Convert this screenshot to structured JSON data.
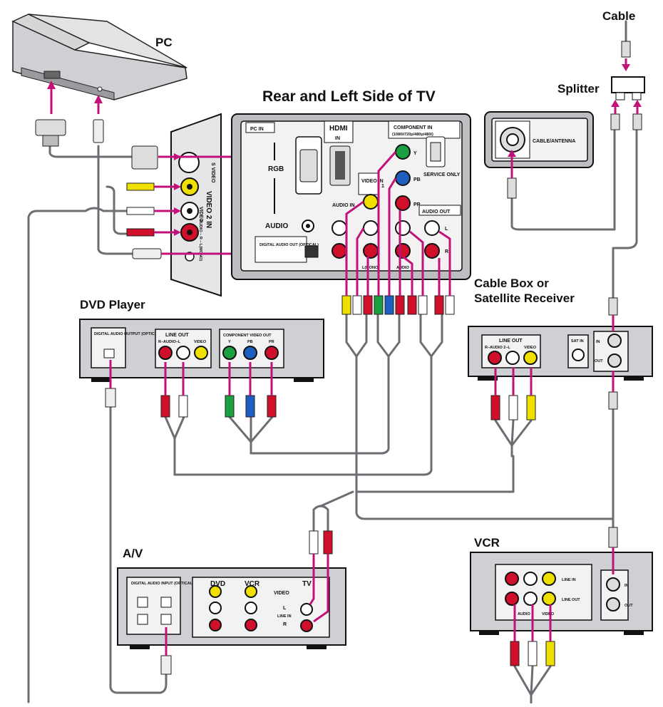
{
  "title": "Rear and Left Side of TV",
  "devices": {
    "pc": "PC",
    "cable": "Cable",
    "splitter": "Splitter",
    "dvd": "DVD Player",
    "cablebox_line1": "Cable Box or",
    "cablebox_line2": "Satellite Receiver",
    "av": "A/V",
    "vcr": "VCR"
  },
  "tv_rear": {
    "pc_in": "PC IN",
    "rgb": "RGB",
    "audio": "AUDIO",
    "digital_audio_out": "DIGITAL AUDIO OUT (OPTICAL)",
    "hdmi": "HDMI",
    "hdmi_in": "IN",
    "hdmi_audio_in": "AUDIO IN",
    "video_in": "VIDEO IN",
    "video_num": "1",
    "component_in": "COMPONENT IN",
    "component_formats": "(1080i/720p/480p/480i)",
    "y": "Y",
    "pb": "PB",
    "pr": "PR",
    "service_only": "SERVICE ONLY",
    "audio_out": "AUDIO OUT",
    "audio_out_l": "L",
    "audio_out_r": "R",
    "l_mono": "L(MONO)",
    "audio_small": "AUDIO",
    "cable_antenna": "CABLE/ANTENNA"
  },
  "tv_side": {
    "s_video": "S VIDEO",
    "video2_in": "VIDEO 2 IN",
    "video": "VIDEO",
    "audio_r_l": "AUDIO – R – L(MONO)"
  },
  "dvd_panel": {
    "digital_audio_output": "DIGITAL AUDIO OUTPUT (OPTICAL)",
    "line_out": "LINE OUT",
    "r_audio_l": "R–AUDIO–L",
    "video": "VIDEO",
    "component_video_out": "COMPONENT VIDEO OUT",
    "y": "Y",
    "pb": "PB",
    "pr": "PR"
  },
  "cablebox_panel": {
    "line_out": "LINE OUT",
    "r_audio_l": "R–AUDIO 2–L",
    "video": "VIDEO",
    "sat_in": "SAT IN",
    "in": "IN",
    "out": "OUT"
  },
  "av_panel": {
    "digital_audio_input": "DIGITAL AUDIO INPUT (OPTICAL)",
    "dvd": "DVD",
    "vcr": "VCR",
    "tv": "TV",
    "video": "VIDEO",
    "l": "L",
    "line_in": "LINE IN",
    "r": "R"
  },
  "vcr_panel": {
    "line_in": "LINE IN",
    "line_out": "LINE OUT",
    "audio": "AUDIO",
    "video": "VIDEO",
    "in": "IN",
    "out": "OUT"
  },
  "colors": {
    "arrow": "#c2127a",
    "wire": "#6d6e73",
    "device_gray": "#cfd0d3",
    "jack_yellow": "#f0e000",
    "jack_white": "#ffffff",
    "jack_red": "#d0102a",
    "jack_green": "#1aa040",
    "jack_blue": "#1d5fc0"
  }
}
